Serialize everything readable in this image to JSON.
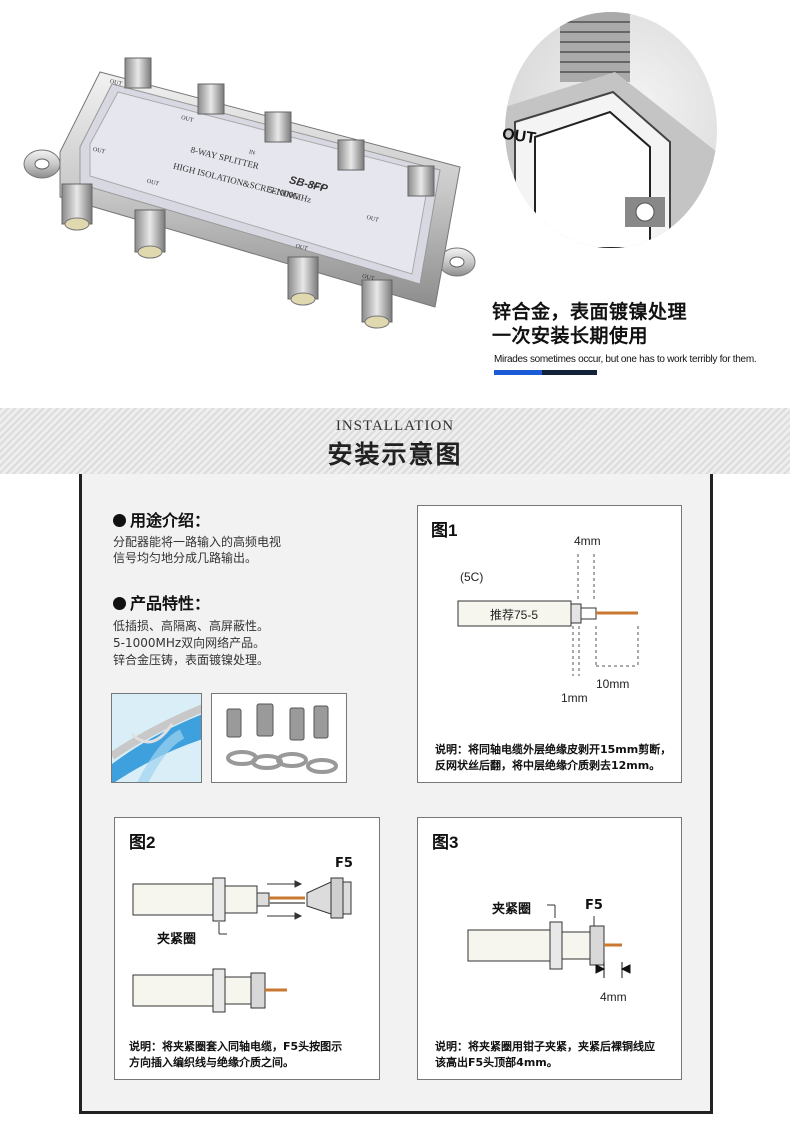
{
  "product": {
    "splitter_main_text": "8-WAY SPLITTER",
    "splitter_model": "SB-8FP",
    "splitter_freq": "5-1000MHz",
    "splitter_isolation": "HIGH ISOLATION&SCREENING",
    "port_out": "OUT",
    "port_in": "IN",
    "zoom_label": "OUT"
  },
  "tagline": {
    "line1": "锌合金，表面镀镍处理",
    "line2": "一次安装长期使用",
    "english": "Mirades sometimes occur, but one has to work terribly for them.",
    "accent_blue": "#1c5bd6",
    "accent_dark": "#14213a"
  },
  "header": {
    "en": "INSTALLATION",
    "zh": "安装示意图"
  },
  "usage": {
    "title": "用途介绍：",
    "lines": [
      "分配器能将一路输入的高频电视",
      "信号均匀地分成几路输出。"
    ]
  },
  "features": {
    "title": "产品特性：",
    "lines": [
      "低插损、高隔离、高屏蔽性。",
      "5-1000MHz双向网络产品。",
      "锌合金压铸，表面镀镍处理。"
    ]
  },
  "fig1": {
    "label": "图1",
    "cable_type": "(5C)",
    "cable_text": "推荐75-5",
    "dim_top": "4mm",
    "dim_right": "10mm",
    "dim_bottom": "1mm",
    "note_line1": "说明：将同轴电缆外层绝缘皮剥开15mm剪断，",
    "note_line2": "反网状丝后翻，将中层绝缘介质剥去12mm。"
  },
  "fig2": {
    "label": "图2",
    "f5": "F5",
    "clamp": "夹紧圈",
    "note_line1": "说明：将夹紧圈套入同轴电缆，F5头按图示",
    "note_line2": "方向插入编织线与绝缘介质之间。"
  },
  "fig3": {
    "label": "图3",
    "f5": "F5",
    "clamp": "夹紧圈",
    "dim": "4mm",
    "note_line1": "说明：将夹紧圈用钳子夹紧，夹紧后裸铜线应",
    "note_line2": "该高出F5头顶部4mm。"
  }
}
